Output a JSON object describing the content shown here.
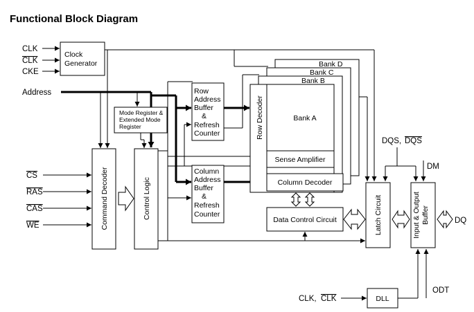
{
  "title": "Functional Block Diagram",
  "inputs": {
    "clk": "CLK",
    "clk_bar": "CLK",
    "cke": "CKE",
    "address": "Address",
    "cs": "CS",
    "ras": "RAS",
    "cas": "CAS",
    "we": "WE"
  },
  "blocks": {
    "clock_generator": [
      "Clock",
      "Generator"
    ],
    "mode_register": [
      "Mode Register &",
      "Extended Mode",
      "Register"
    ],
    "command_decoder": "Command Decoder",
    "control_logic": "Control Logic",
    "row_address_buffer": [
      "Row",
      "Address",
      "Buffer",
      "&",
      "Refresh",
      "Counter"
    ],
    "column_address_buffer": [
      "Column",
      "Address",
      "Buffer",
      "&",
      "Refresh",
      "Counter"
    ],
    "row_decoder": "Row Decoder",
    "bank_a": "Bank A",
    "bank_b": "Bank B",
    "bank_c": "Bank C",
    "bank_d": "Bank D",
    "sense_amplifier": "Sense Amplifier",
    "column_decoder": "Column Decoder",
    "data_control": "Data Control Circuit",
    "latch_circuit": "Latch Circuit",
    "io_buffer": [
      "Input & Output",
      "Buffer"
    ],
    "dll": "DLL"
  },
  "signals": {
    "dqs": "DQS,",
    "dqs_bar": "DQS",
    "dm": "DM",
    "dq": "DQ",
    "odt": "ODT",
    "dll_clk": "CLK,",
    "dll_clk_bar": "CLK"
  }
}
